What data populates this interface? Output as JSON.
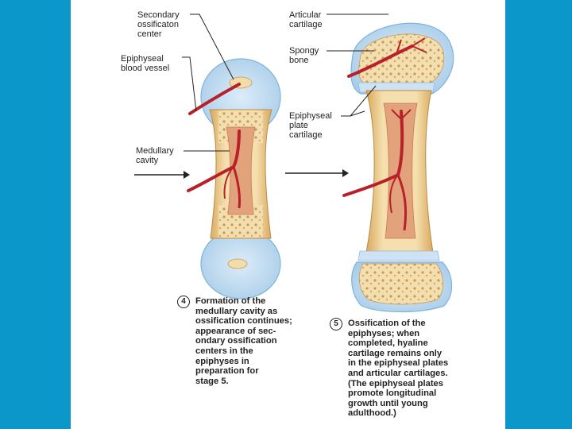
{
  "labels": {
    "secondary_ossification_center": "Secondary\nossificaton\ncenter",
    "epiphyseal_blood_vessel": "Epiphyseal\nblood vessel",
    "medullary_cavity": "Medullary\ncavity",
    "articular_cartilage": "Articular\ncartilage",
    "spongy_bone": "Spongy\nbone",
    "epiphyseal_plate_cartilage": "Epiphyseal\nplate\ncartilage"
  },
  "steps": [
    {
      "number": "4",
      "caption": "Formation of the\nmedullary cavity as\nossification continues;\nappearance of sec-\nondary ossification\ncenters in the\nepiphyses in\npreparation for\nstage 5."
    },
    {
      "number": "5",
      "caption": "Ossification of the\nepiphyses; when\ncompleted, hyaline\ncartilage remains only\nin the epiphyseal plates\nand articular cartilages.\n(The epiphyseal plates\npromote longitudinal\ngrowth until young\nadulthood.)"
    }
  ],
  "colors": {
    "background": "#0b97c9",
    "cartilage": "#bcd9f0",
    "bone": "#f3dcaa",
    "vessel": "#b8212a",
    "marrow": "#d98a6a"
  }
}
